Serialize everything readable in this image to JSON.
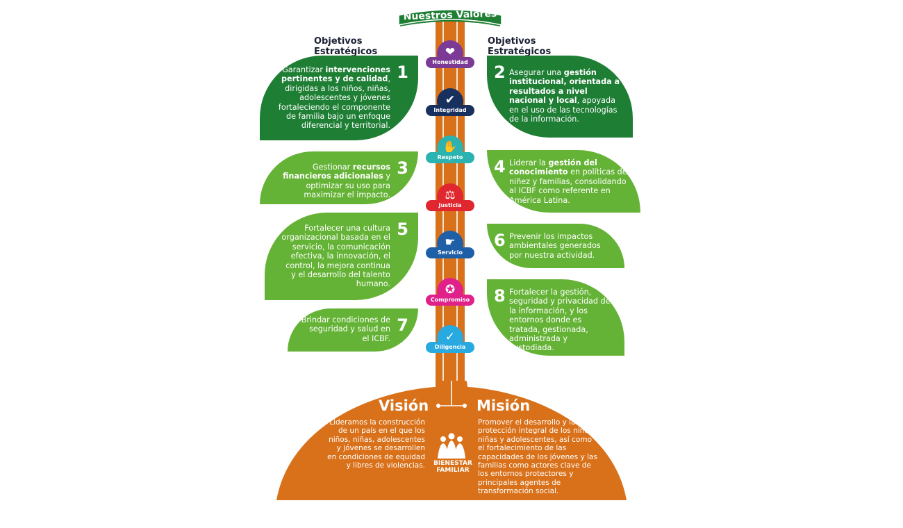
{
  "banner": {
    "title": "Nuestros Valores"
  },
  "headings": {
    "left": "Objetivos Estratégicos",
    "right": "Objetivos Estratégicos"
  },
  "objectives": {
    "o1": {
      "num": "1",
      "pre": "Garantizar ",
      "bold": "intervenciones pertinentes y de calidad",
      "post": ", dirigidas a los niños, niñas, adolescentes y jóvenes fortaleciendo el componente de familia bajo un enfoque diferencial y territorial."
    },
    "o2": {
      "num": "2",
      "pre": "Asegurar una ",
      "bold": "gestión institucional, orientada a resultados a nivel nacional y local",
      "post": ", apoyada en el uso de las tecnologías de la información."
    },
    "o3": {
      "num": "3",
      "pre": "Gestionar ",
      "bold": "recursos financieros adicionales",
      "post": " y optimizar su uso para maximizar el impacto."
    },
    "o4": {
      "num": "4",
      "pre": "Liderar la ",
      "bold": "gestión del conocimiento",
      "post": " en políticas de niñez y familias, consolidando al ICBF como referente en América Latina."
    },
    "o5": {
      "num": "5",
      "pre": "",
      "bold": "",
      "post": "Fortalecer una cultura organizacional basada en el servicio, la comunicación efectiva, la innovación, el control, la mejora continua y el desarrollo del talento humano."
    },
    "o6": {
      "num": "6",
      "pre": "",
      "bold": "",
      "post": "Prevenir los impactos ambientales generados por nuestra actividad."
    },
    "o7": {
      "num": "7",
      "pre": "",
      "bold": "",
      "post": "Brindar condiciones de seguridad y salud en el ICBF."
    },
    "o8": {
      "num": "8",
      "pre": "",
      "bold": "",
      "post": "Fortalecer la gestión, seguridad y privacidad de la información, y los entornos donde es tratada, gestionada, administrada y custodiada."
    }
  },
  "values": {
    "v1": {
      "label": "Honestidad",
      "icon": "handshake-heart-icon",
      "color": "#7b3a96"
    },
    "v2": {
      "label": "Integridad",
      "icon": "shield-check-icon",
      "color": "#17305e"
    },
    "v3": {
      "label": "Respeto",
      "icon": "handshake-icon",
      "color": "#2bb3b1"
    },
    "v4": {
      "label": "Justicia",
      "icon": "scales-icon",
      "color": "#e0262e"
    },
    "v5": {
      "label": "Servicio",
      "icon": "helping-hand-icon",
      "color": "#1f5fa8"
    },
    "v6": {
      "label": "Compromiso",
      "icon": "medal-icon",
      "color": "#e0218a"
    },
    "v7": {
      "label": "Diligencia",
      "icon": "check-badge-icon",
      "color": "#28a9e0"
    }
  },
  "vision": {
    "title": "Visión",
    "text": "Lideramos la construcción de un país en el que los niños, niñas, adolescentes y jóvenes se desarrollen en condiciones de equidad y libres de violencias."
  },
  "mision": {
    "title": "Misión",
    "text": "Promover el desarrollo y la protección integral de los niños, niñas y adolescentes, así como el fortalecimiento de las capacidades de los jóvenes y las familias como actores clave de los entornos protectores y principales agentes de transformación social."
  },
  "logo": {
    "line1": "BIENESTAR",
    "line2": "FAMILIAR"
  },
  "colors": {
    "trunk": "#d9711a",
    "dark_leaf": "#1e7e34",
    "light_leaf": "#65b336",
    "banner": "#1e7e34"
  }
}
